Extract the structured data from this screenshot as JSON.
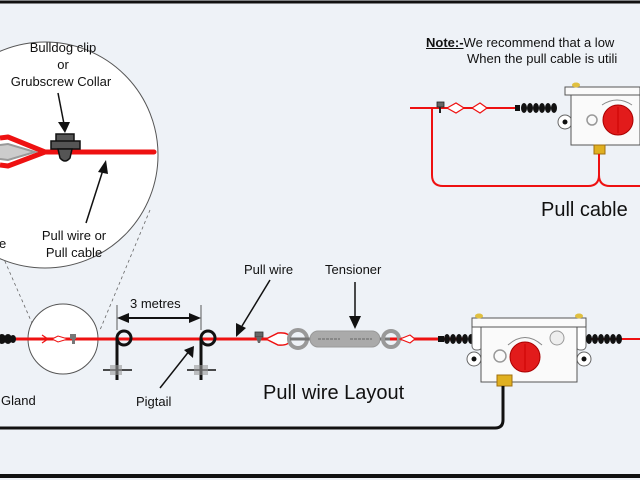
{
  "diagram": {
    "note": {
      "key": "Note:-",
      "line1": "We recommend that a low",
      "line2": "When the pull cable is utili"
    },
    "zoom_callout": {
      "clip_label_line1": "Bulldog clip",
      "clip_label_line2": "or",
      "clip_label_line3": "Grubscrew Collar",
      "wire_label_line1": "Pull wire or",
      "wire_label_line2": "Pull cable",
      "left_fragment": "e"
    },
    "layout_labels": {
      "gland": "Gland",
      "distance": "3 metres",
      "pigtail": "Pigtail",
      "pull_wire": "Pull wire",
      "tensioner": "Tensioner",
      "pull_wire_layout": "Pull wire Layout",
      "pull_cable": "Pull cable"
    },
    "colors": {
      "wire": "#ee1111",
      "background": "#eef2f7",
      "switch_knob": "#e21b1b",
      "gland_brass": "#e0b020",
      "cable_black": "#111111"
    }
  }
}
